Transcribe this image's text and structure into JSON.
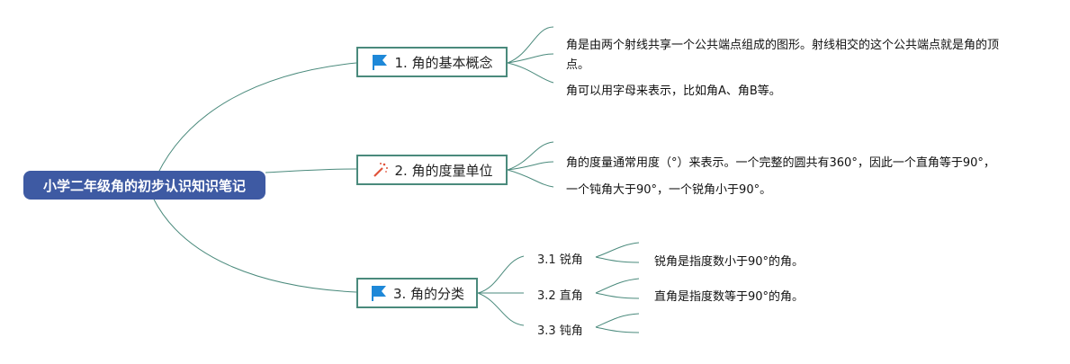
{
  "root": {
    "label": "小学二年级角的初步认识知识笔记"
  },
  "topics": [
    {
      "label": "1. 角的基本概念",
      "icon": "flag-icon",
      "leaves": [
        "角是由两个射线共享一个公共端点组成的图形。射线相交的这个公共端点就是角的顶点。",
        "角可以用字母来表示，比如角A、角B等。"
      ]
    },
    {
      "label": "2. 角的度量单位",
      "icon": "magic-wand-icon",
      "leaves": [
        "角的度量通常用度（°）来表示。一个完整的圆共有360°，因此一个直角等于90°，",
        "一个钝角大于90°，一个锐角小于90°。"
      ]
    },
    {
      "label": "3. 角的分类",
      "icon": "flag-icon",
      "subtopics": [
        {
          "label": "3.1 锐角",
          "leaf": "锐角是指度数小于90°的角。"
        },
        {
          "label": "3.2 直角",
          "leaf": "直角是指度数等于90°的角。"
        },
        {
          "label": "3.3 钝角",
          "leaf": ""
        }
      ]
    }
  ],
  "colors": {
    "root_fill": "#3e5aa3",
    "topic_border": "#4a8a7c",
    "link": "#4a8a7c",
    "flag": "#1e88d8",
    "wand": "#e0533b"
  }
}
